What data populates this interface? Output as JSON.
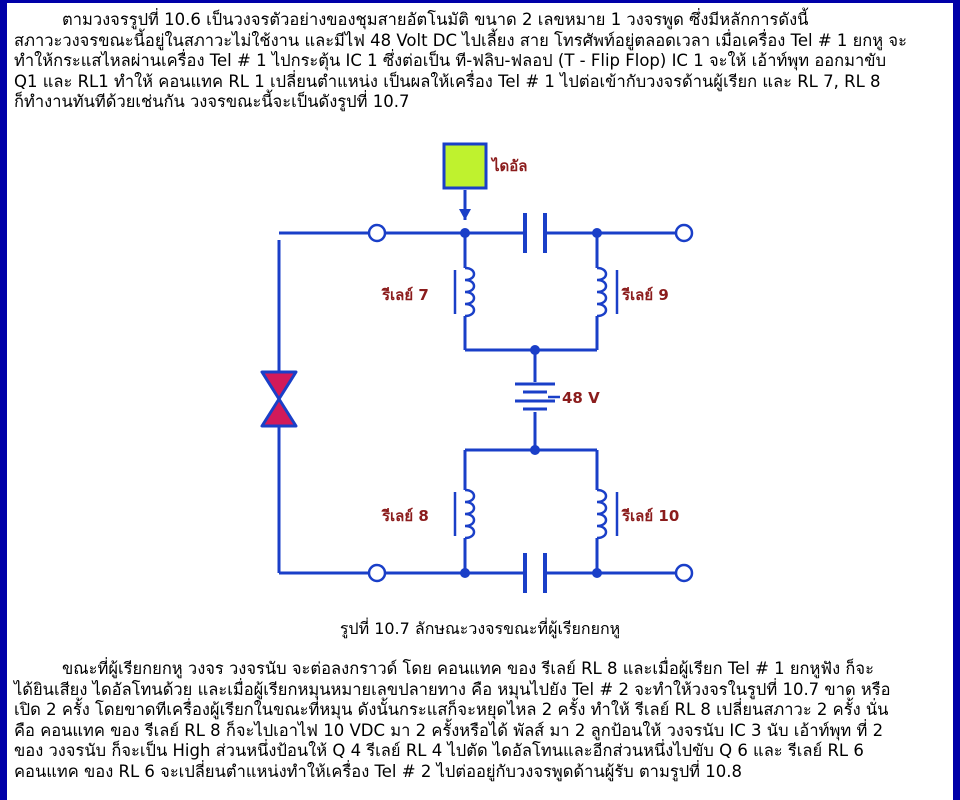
{
  "intro_paragraph": [
    "ตามวงจรรูปที่ 10.6 เป็นวงจรตัวอย่างของชุมสายอัตโนมัติ ขนาด 2 เลขหมาย 1 วงจรพูด ซึ่งมีหลักการดังนี้",
    "สภาวะวงจรขณะนี้อยู่ในสภาวะไม่ใช้งาน และมีไฟ 48 Volt DC ไปเลี้ยง สาย โทรศัพท์อยู่ตลอดเวลา เมื่อเครื่อง Tel # 1 ยกหู จะ",
    "ทำให้กระแสไหลผ่านเครื่อง Tel # 1 ไปกระตุ้น IC 1 ซึ่งต่อเป็น ที-ฟลิบ-ฟลอป (T - Flip Flop) IC 1 จะให้ เอ้าท์พุท ออกมาขับ",
    "Q1 และ RL1 ทำให้ คอนแทค RL 1 เปลี่ยนตำแหน่ง เป็นผลให้เครื่อง Tel # 1 ไปต่อเข้ากับวงจรด้านผู้เรียก และ RL 7, RL 8",
    "ก็ทำงานทันทีด้วยเช่นกัน วงจรขณะนี้จะเป็นดังรูปที่ 10.7"
  ],
  "diagram": {
    "dial_label": "ไดอัล",
    "relay_7": "รีเลย์ 7",
    "relay_9": "รีเลย์ 9",
    "relay_8": "รีเลย์ 8",
    "relay_10": "รีเลย์ 10",
    "battery_label": "48 V",
    "colors": {
      "wire": "#1a3fc8",
      "dial_fill": "#bff22e",
      "label": "#8b1c1c",
      "diode": "#d21a5a"
    }
  },
  "caption": "รูปที่ 10.7 ลักษณะวงจรขณะที่ผู้เรียกยกหู",
  "body_paragraph": [
    "ขณะที่ผู้เรียกยกหู วงจร วงจรนับ จะต่อลงกราวด์ โดย คอนแทค ของ รีเลย์ RL 8 และเมื่อผู้เรียก Tel # 1 ยกหูฟัง ก็จะ",
    "ได้ยินเสียง ไดอัลโทนด้วย และเมื่อผู้เรียกหมุนหมายเลขปลายทาง คือ หมุนไปยัง Tel # 2 จะทำให้วงจรในรูปที่ 10.7 ขาด หรือ",
    "เปิด 2 ครั้ง โดยขาดทีเครื่องผู้เรียกในขณะที่หมุน ดังนั้นกระแสก็จะหยุดไหล 2 ครั้ง ทำให้ รีเลย์ RL 8 เปลี่ยนสภาวะ 2 ครั้ง นั่น",
    "คือ คอนแทค ของ รีเลย์ RL 8 ก็จะไปเอาไฟ 10 VDC มา 2 ครั้งหรือได้ พัลส์ มา 2 ลูกป้อนให้ วงจรนับ IC 3 นับ เอ้าท์พุท ที่ 2",
    "ของ วงจรนับ ก็จะเป็น High ส่วนหนึ่งป้อนให้ Q 4 รีเลย์ RL 4 ไปตัด ไดอัลโทนและอีกส่วนหนึ่งไปขับ Q 6 และ รีเลย์ RL 6",
    "คอนแทค ของ RL 6 จะเปลี่ยนตำแหน่งทำให้เครื่อง Tel # 2 ไปต่ออยู่กับวงจรพูดด้านผู้รับ ตามรูปที่ 10.8"
  ]
}
